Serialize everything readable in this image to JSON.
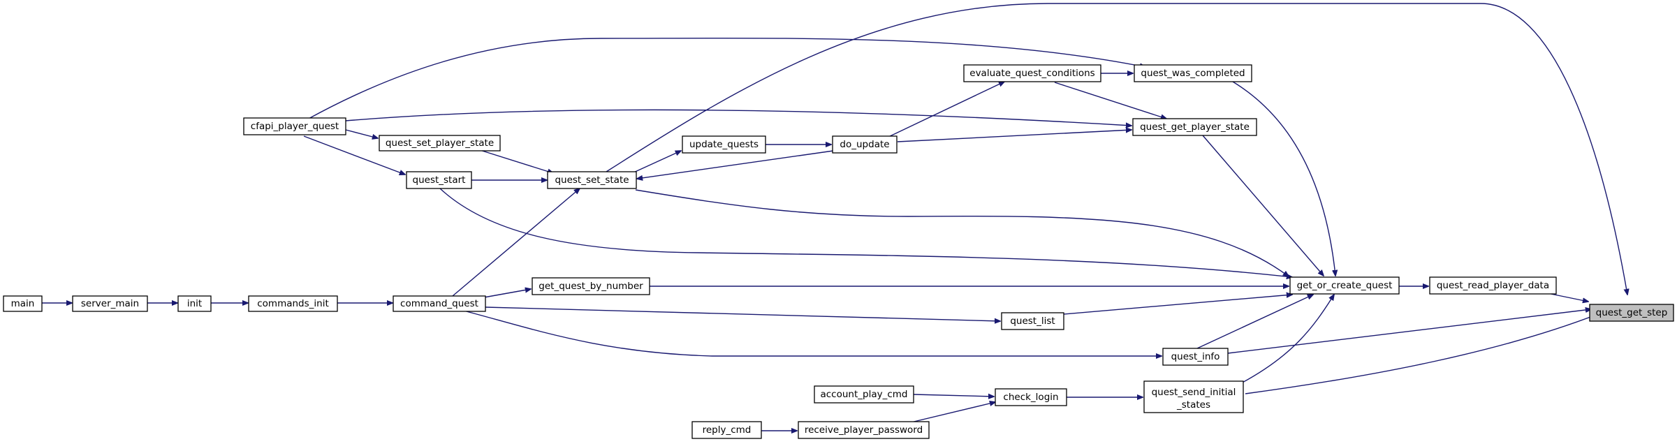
{
  "diagram": {
    "root": "quest_get_step",
    "nodes": [
      {
        "id": "main",
        "label": [
          "main"
        ],
        "is_root": false
      },
      {
        "id": "server_main",
        "label": [
          "server_main"
        ],
        "is_root": false
      },
      {
        "id": "init",
        "label": [
          "init"
        ],
        "is_root": false
      },
      {
        "id": "commands_init",
        "label": [
          "commands_init"
        ],
        "is_root": false
      },
      {
        "id": "command_quest",
        "label": [
          "command_quest"
        ],
        "is_root": false
      },
      {
        "id": "cfapi_player_quest",
        "label": [
          "cfapi_player_quest"
        ],
        "is_root": false
      },
      {
        "id": "quest_start",
        "label": [
          "quest_start"
        ],
        "is_root": false
      },
      {
        "id": "quest_set_player_state",
        "label": [
          "quest_set_player_state"
        ],
        "is_root": false
      },
      {
        "id": "quest_set_state",
        "label": [
          "quest_set_state"
        ],
        "is_root": false
      },
      {
        "id": "update_quests",
        "label": [
          "update_quests"
        ],
        "is_root": false
      },
      {
        "id": "do_update",
        "label": [
          "do_update"
        ],
        "is_root": false
      },
      {
        "id": "evaluate_quest_conditions",
        "label": [
          "evaluate_quest_conditions"
        ],
        "is_root": false
      },
      {
        "id": "quest_was_completed",
        "label": [
          "quest_was_completed"
        ],
        "is_root": false
      },
      {
        "id": "quest_get_player_state",
        "label": [
          "quest_get_player_state"
        ],
        "is_root": false
      },
      {
        "id": "get_quest_by_number",
        "label": [
          "get_quest_by_number"
        ],
        "is_root": false
      },
      {
        "id": "get_or_create_quest",
        "label": [
          "get_or_create_quest"
        ],
        "is_root": false
      },
      {
        "id": "quest_read_player_data",
        "label": [
          "quest_read_player_data"
        ],
        "is_root": false
      },
      {
        "id": "quest_get_step",
        "label": [
          "quest_get_step"
        ],
        "is_root": true
      },
      {
        "id": "quest_list",
        "label": [
          "quest_list"
        ],
        "is_root": false
      },
      {
        "id": "quest_info",
        "label": [
          "quest_info"
        ],
        "is_root": false
      },
      {
        "id": "account_play_cmd",
        "label": [
          "account_play_cmd"
        ],
        "is_root": false
      },
      {
        "id": "check_login",
        "label": [
          "check_login"
        ],
        "is_root": false
      },
      {
        "id": "quest_send_initial_states",
        "label": [
          "quest_send_initial",
          "_states"
        ],
        "is_root": false
      },
      {
        "id": "reply_cmd",
        "label": [
          "reply_cmd"
        ],
        "is_root": false
      },
      {
        "id": "receive_player_password",
        "label": [
          "receive_player_password"
        ],
        "is_root": false
      }
    ],
    "edges": [
      {
        "from": "main",
        "to": "server_main"
      },
      {
        "from": "server_main",
        "to": "init"
      },
      {
        "from": "init",
        "to": "commands_init"
      },
      {
        "from": "commands_init",
        "to": "command_quest"
      },
      {
        "from": "command_quest",
        "to": "get_quest_by_number"
      },
      {
        "from": "command_quest",
        "to": "quest_set_state"
      },
      {
        "from": "command_quest",
        "to": "quest_list"
      },
      {
        "from": "command_quest",
        "to": "quest_info"
      },
      {
        "from": "cfapi_player_quest",
        "to": "quest_set_player_state"
      },
      {
        "from": "cfapi_player_quest",
        "to": "quest_start"
      },
      {
        "from": "cfapi_player_quest",
        "to": "quest_was_completed"
      },
      {
        "from": "cfapi_player_quest",
        "to": "quest_get_player_state"
      },
      {
        "from": "quest_start",
        "to": "quest_set_state"
      },
      {
        "from": "quest_start",
        "to": "get_or_create_quest"
      },
      {
        "from": "quest_set_player_state",
        "to": "quest_set_state"
      },
      {
        "from": "quest_set_state",
        "to": "update_quests"
      },
      {
        "from": "quest_set_state",
        "to": "get_or_create_quest"
      },
      {
        "from": "quest_set_state",
        "to": "quest_get_step"
      },
      {
        "from": "update_quests",
        "to": "do_update"
      },
      {
        "from": "do_update",
        "to": "quest_set_state"
      },
      {
        "from": "do_update",
        "to": "evaluate_quest_conditions"
      },
      {
        "from": "do_update",
        "to": "quest_get_player_state"
      },
      {
        "from": "evaluate_quest_conditions",
        "to": "quest_was_completed"
      },
      {
        "from": "evaluate_quest_conditions",
        "to": "quest_get_player_state"
      },
      {
        "from": "quest_was_completed",
        "to": "get_or_create_quest"
      },
      {
        "from": "quest_get_player_state",
        "to": "get_or_create_quest"
      },
      {
        "from": "get_quest_by_number",
        "to": "get_or_create_quest"
      },
      {
        "from": "get_or_create_quest",
        "to": "quest_read_player_data"
      },
      {
        "from": "quest_read_player_data",
        "to": "quest_get_step"
      },
      {
        "from": "quest_list",
        "to": "get_or_create_quest"
      },
      {
        "from": "quest_info",
        "to": "get_or_create_quest"
      },
      {
        "from": "quest_info",
        "to": "quest_get_step"
      },
      {
        "from": "account_play_cmd",
        "to": "check_login"
      },
      {
        "from": "check_login",
        "to": "quest_send_initial_states"
      },
      {
        "from": "quest_send_initial_states",
        "to": "get_or_create_quest"
      },
      {
        "from": "quest_send_initial_states",
        "to": "quest_get_step"
      },
      {
        "from": "reply_cmd",
        "to": "receive_player_password"
      },
      {
        "from": "receive_player_password",
        "to": "check_login"
      }
    ]
  }
}
